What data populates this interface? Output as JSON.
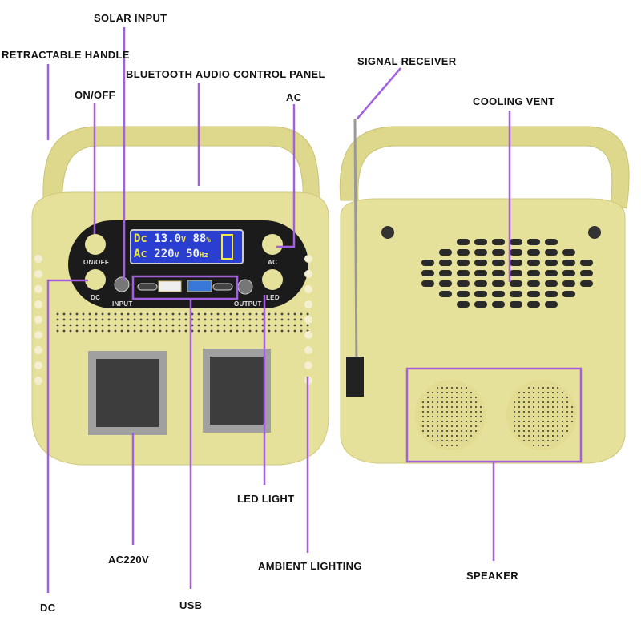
{
  "callouts": {
    "solar_input": "SOLAR INPUT",
    "retractable_handle": "RETRACTABLE HANDLE",
    "bluetooth_panel": "BLUETOOTH AUDIO CONTROL PANEL",
    "on_off": "ON/OFF",
    "ac": "AC",
    "signal_receiver": "SIGNAL RECEIVER",
    "cooling_vent": "COOLING VENT",
    "led_light": "LED LIGHT",
    "ac220v": "AC220V",
    "ambient_lighting": "AMBIENT LIGHTING",
    "speaker": "SPEAKER",
    "dc": "DC",
    "usb": "USB"
  },
  "device": {
    "button_on_off": "ON/OFF",
    "button_dc": "DC",
    "button_ac": "AC",
    "button_led": "LED",
    "port_input": "INPUT",
    "port_output": "OUTPUT",
    "lcd": {
      "dc_label": "Dc",
      "dc_voltage": "13.0",
      "dc_unit": "V",
      "percent": "88",
      "percent_unit": "%",
      "ac_label": "Ac",
      "ac_voltage": "220",
      "ac_unit": "V",
      "freq": "50",
      "freq_unit": "Hz"
    }
  },
  "colors": {
    "callout": "#a35fe0",
    "body": "#e8e39a",
    "lcd": "#2a3fd0",
    "lcd_text": "#f2e84a"
  }
}
